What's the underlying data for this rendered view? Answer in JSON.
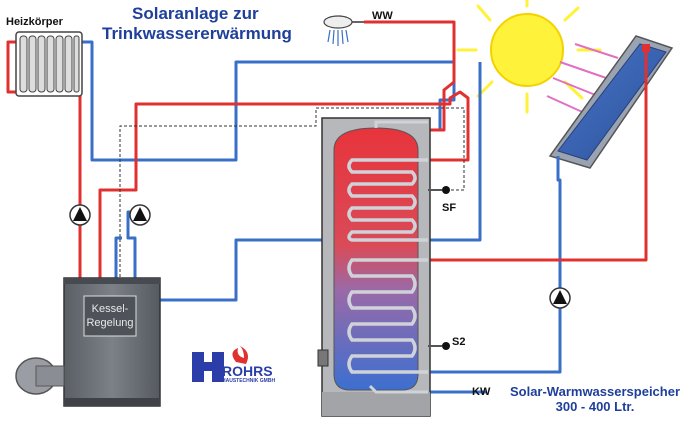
{
  "title": {
    "line1": "Solaranlage zur",
    "line2": "Trinkwassererwärmung"
  },
  "labels": {
    "radiator": "Heizkörper",
    "hot_water": "WW",
    "sensor_sf": "SF",
    "sensor_s2": "S2",
    "cold_water": "KW",
    "controller_line1": "Kessel-",
    "controller_line2": "Regelung"
  },
  "caption": {
    "line1": "Solar-Warmwasserspeicher",
    "line2": "300 - 400 Ltr."
  },
  "logo": {
    "name": "ROHRS",
    "subtitle": "HAUSTECHNIK GMBH"
  },
  "colors": {
    "pipe_hot": "#e03030",
    "pipe_cold": "#3a6fc8",
    "title_blue": "#1f3f9a",
    "sun": "#fff23a",
    "ray": "#e070c0"
  }
}
